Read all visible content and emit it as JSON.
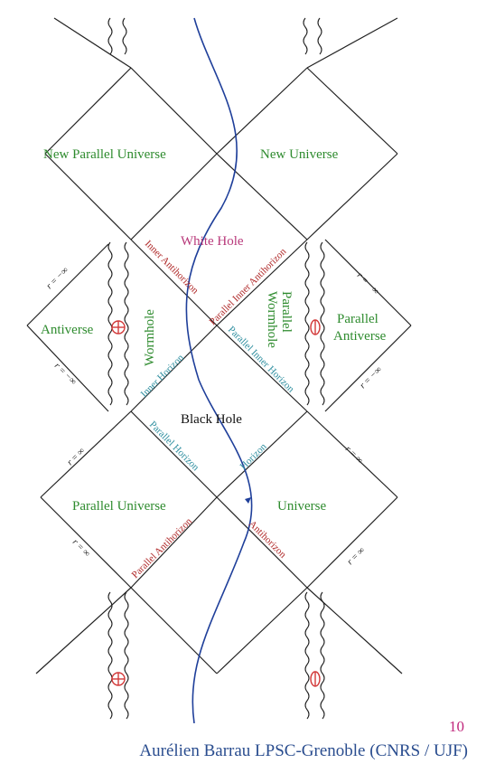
{
  "regions": {
    "new_parallel_universe": "New Parallel Universe",
    "new_universe": "New Universe",
    "white_hole": "White Hole",
    "antiverse": "Antiverse",
    "wormhole": "Wormhole",
    "parallel_wormhole_1": "Parallel",
    "parallel_wormhole_2": "Wormhole",
    "parallel_antiverse_1": "Parallel",
    "parallel_antiverse_2": "Antiverse",
    "black_hole": "Black Hole",
    "parallel_universe": "Parallel Universe",
    "universe": "Universe"
  },
  "horizons": {
    "inner_antihorizon": "Inner Antihorizon",
    "parallel_inner_antihorizon": "Parallel Inner Antihorizon",
    "inner_horizon": "Inner Horizon",
    "parallel_inner_horizon": "Parallel Inner Horizon",
    "parallel_horizon": "Parallel Horizon",
    "horizon": "Horizon",
    "parallel_antihorizon": "Parallel Antihorizon",
    "antihorizon": "Antihorizon"
  },
  "boundaries": {
    "r_neg_inf": "r = −∞",
    "r_pos_inf": "r = ∞"
  },
  "footer": {
    "page_number": "10",
    "credit": "Aurélien Barrau  LPSC-Grenoble (CNRS / UJF)"
  },
  "colors": {
    "region_label": "#2e8b2e",
    "white_hole": "#b8387a",
    "horizon_red": "#b02a2a",
    "horizon_cyan": "#2f8fa0",
    "worldline": "#1f3f9a",
    "singularity_marker": "#d23a3a"
  }
}
